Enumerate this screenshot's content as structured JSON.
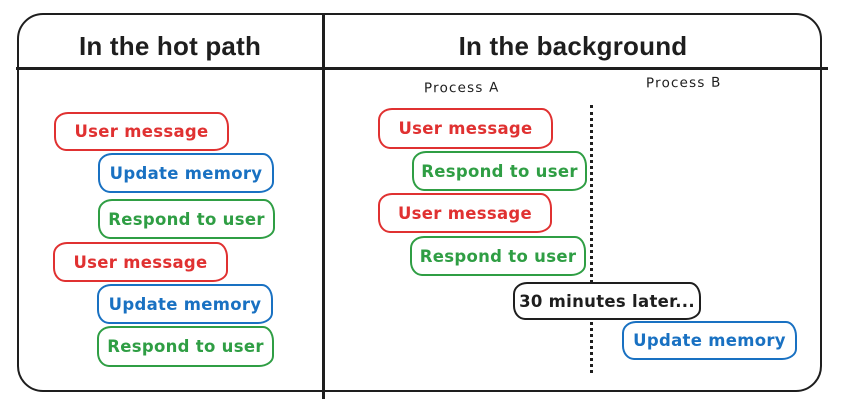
{
  "colors": {
    "ink": "#1e1e1e",
    "red": "#e03131",
    "blue": "#1971c2",
    "green": "#2f9e44",
    "background": "#ffffff"
  },
  "panels": {
    "hot_path": {
      "title": "In the hot path",
      "steps": [
        {
          "label": "User message",
          "color": "red"
        },
        {
          "label": "Update memory",
          "color": "blue"
        },
        {
          "label": "Respond to user",
          "color": "green"
        },
        {
          "label": "User message",
          "color": "red"
        },
        {
          "label": "Update memory",
          "color": "blue"
        },
        {
          "label": "Respond to user",
          "color": "green"
        }
      ]
    },
    "background": {
      "title": "In the background",
      "process_a_label": "Process A",
      "process_b_label": "Process B",
      "process_a_steps": [
        {
          "label": "User message",
          "color": "red"
        },
        {
          "label": "Respond to user",
          "color": "green"
        },
        {
          "label": "User message",
          "color": "red"
        },
        {
          "label": "Respond to user",
          "color": "green"
        }
      ],
      "delay_note": "30 minutes later...",
      "process_b_steps": [
        {
          "label": "Update memory",
          "color": "blue"
        }
      ]
    }
  }
}
